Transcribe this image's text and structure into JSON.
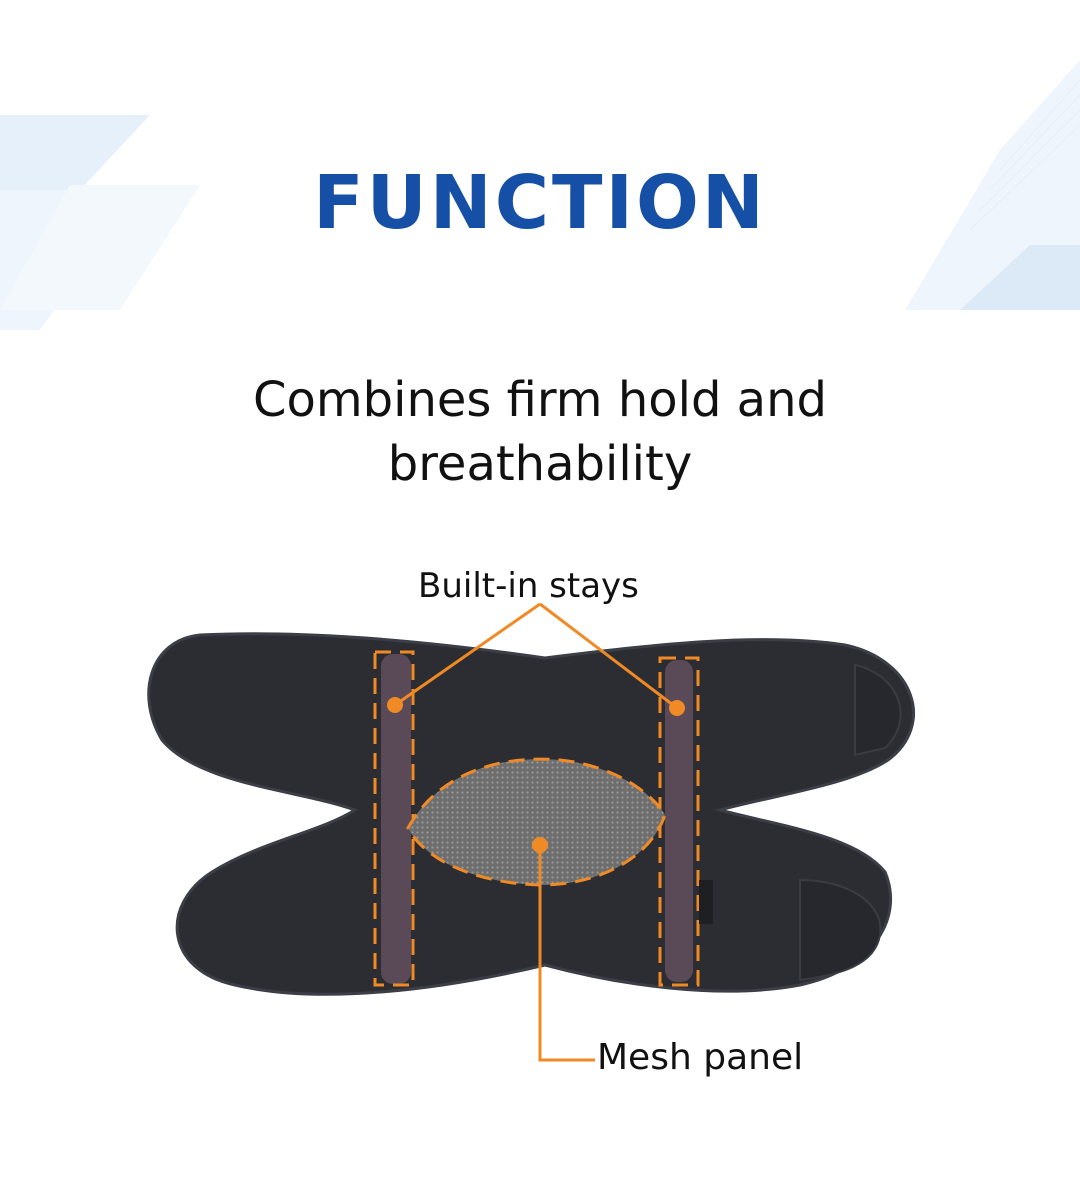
{
  "page": {
    "title": "FUNCTION",
    "subtitle_line1": "Combines firm hold and",
    "subtitle_line2": "breathability"
  },
  "callouts": {
    "stays": "Built-in stays",
    "mesh": "Mesh panel"
  },
  "colors": {
    "title": "#1550a6",
    "callout": "#f08a24",
    "brace": "#2b2d33",
    "stay": "#5a4a58",
    "mesh": "#7a7a7a",
    "decoration": "#dbe9f6"
  },
  "icons": {
    "product": "knee-brace-illustration"
  }
}
